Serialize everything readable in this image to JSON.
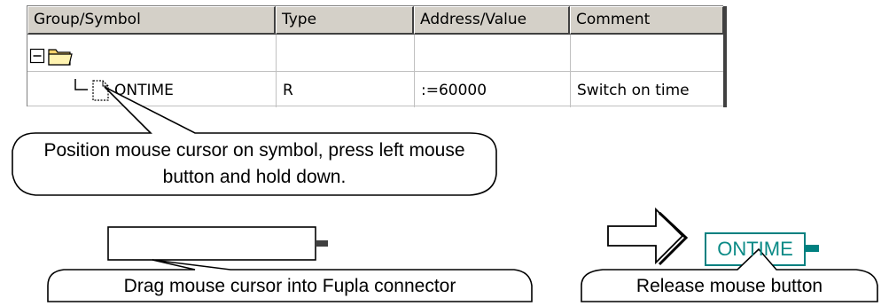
{
  "table": {
    "headers": [
      "Group/Symbol",
      "Type",
      "Address/Value",
      "Comment"
    ],
    "row": {
      "symbol": "ONTIME",
      "type": "R",
      "value": ":=60000",
      "comment": "Switch on time"
    },
    "icons": {
      "expand": "minus-box-icon",
      "group": "folder-icon",
      "symbol": "document-icon"
    }
  },
  "callouts": {
    "step1": "Position mouse cursor on symbol, press left mouse button and hold down.",
    "step2": "Drag mouse cursor into Fupla connector",
    "step3": "Release mouse button"
  },
  "connector": {
    "label": "ONTIME"
  },
  "colors": {
    "connector_text": "#0a8a86",
    "connector_pin": "#008080",
    "window_gray": "#d4d0c8"
  }
}
